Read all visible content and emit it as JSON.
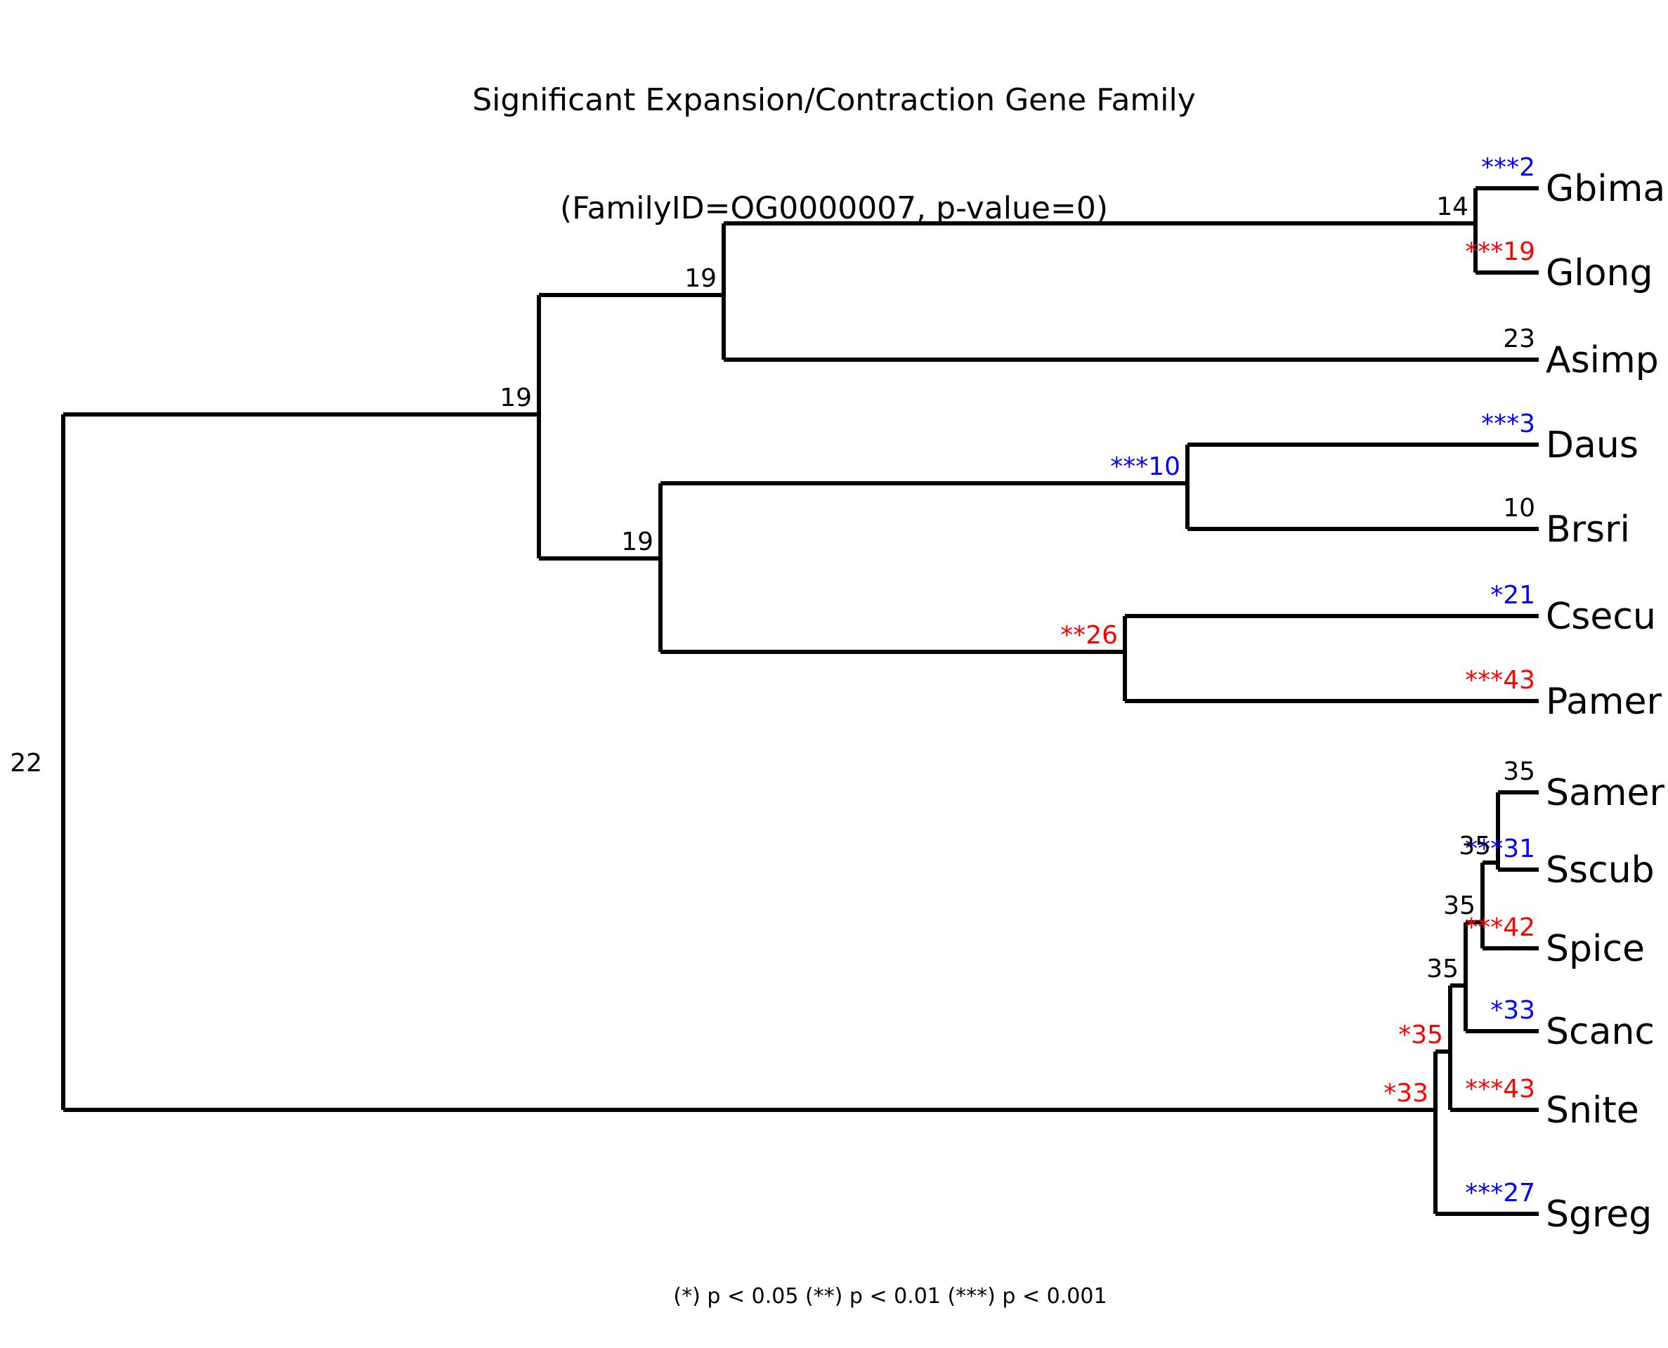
{
  "title": {
    "line1": "Significant Expansion/Contraction Gene Family",
    "line2": "(FamilyID=OG0000007, p-value=0)"
  },
  "footer": {
    "legend": "(*) p < 0.05  (**) p < 0.01  (***) p < 0.001"
  },
  "colors": {
    "expansion": "#0000ff",
    "contraction": "#ff0000",
    "neutral": "#000000",
    "branch": "#000000",
    "background": "#ffffff"
  },
  "chart_data": {
    "type": "tree",
    "title": "Significant Expansion/Contraction Gene Family (FamilyID=OG0000007, p-value=0)",
    "layout": "rectangular-cladogram",
    "orientation": "left-to-right",
    "legend": "(*) p < 0.05  (**) p < 0.01  (***) p < 0.001",
    "significance_markers": {
      "p_lt_0_05": "*",
      "p_lt_0_01": "**",
      "p_lt_0_001": "***"
    },
    "color_meaning": {
      "blue": "expansion",
      "red": "contraction",
      "black": "not significant"
    },
    "tips": [
      {
        "id": "Gbima",
        "label": "Gbima",
        "count": 2,
        "stars": "***",
        "color": "blue",
        "text": "***2"
      },
      {
        "id": "Glong",
        "label": "Glong",
        "count": 19,
        "stars": "***",
        "color": "red",
        "text": "***19"
      },
      {
        "id": "Asimp",
        "label": "Asimp",
        "count": 23,
        "stars": "",
        "color": "black",
        "text": "23"
      },
      {
        "id": "Daus",
        "label": "Daus",
        "count": 3,
        "stars": "***",
        "color": "blue",
        "text": "***3"
      },
      {
        "id": "Brsri",
        "label": "Brsri",
        "count": 10,
        "stars": "",
        "color": "black",
        "text": "10"
      },
      {
        "id": "Csecu",
        "label": "Csecu",
        "count": 21,
        "stars": "*",
        "color": "blue",
        "text": "*21"
      },
      {
        "id": "Pamer",
        "label": "Pamer",
        "count": 43,
        "stars": "***",
        "color": "red",
        "text": "***43"
      },
      {
        "id": "Samer",
        "label": "Samer",
        "count": 35,
        "stars": "",
        "color": "black",
        "text": "35"
      },
      {
        "id": "Sscub",
        "label": "Sscub",
        "count": 31,
        "stars": "***",
        "color": "blue",
        "text": "***31"
      },
      {
        "id": "Spice",
        "label": "Spice",
        "count": 42,
        "stars": "***",
        "color": "red",
        "text": "***42"
      },
      {
        "id": "Scanc",
        "label": "Scanc",
        "count": 33,
        "stars": "*",
        "color": "blue",
        "text": "*33"
      },
      {
        "id": "Snite",
        "label": "Snite",
        "count": 43,
        "stars": "***",
        "color": "red",
        "text": "***43"
      },
      {
        "id": "Sgreg",
        "label": "Sgreg",
        "count": 27,
        "stars": "***",
        "color": "blue",
        "text": "***27"
      }
    ],
    "internal_nodes": [
      {
        "id": "root",
        "count": 22,
        "stars": "",
        "color": "black",
        "text": "22"
      },
      {
        "id": "n_upper",
        "count": 19,
        "stars": "",
        "color": "black",
        "text": "19"
      },
      {
        "id": "n_gekko_asimp",
        "count": 19,
        "stars": "",
        "color": "black",
        "text": "19"
      },
      {
        "id": "n_gbima_glong",
        "count": 14,
        "stars": "",
        "color": "black",
        "text": "14"
      },
      {
        "id": "n_daus_pamer",
        "count": 19,
        "stars": "",
        "color": "black",
        "text": "19"
      },
      {
        "id": "n_daus_brsri",
        "count": 10,
        "stars": "***",
        "color": "blue",
        "text": "***10"
      },
      {
        "id": "n_csecu_pamer",
        "count": 26,
        "stars": "**",
        "color": "red",
        "text": "**26"
      },
      {
        "id": "n_samer_sscub",
        "count": 35,
        "stars": "",
        "color": "black",
        "text": "35"
      },
      {
        "id": "n_samer_spice",
        "count": 35,
        "stars": "",
        "color": "black",
        "text": "35"
      },
      {
        "id": "n_samer_scanc",
        "count": 35,
        "stars": "",
        "color": "black",
        "text": "35"
      },
      {
        "id": "n_samer_snite",
        "count": 35,
        "stars": "*",
        "color": "red",
        "text": "*35"
      },
      {
        "id": "n_skink_clade",
        "count": 33,
        "stars": "*",
        "color": "red",
        "text": "*33"
      }
    ]
  },
  "tip_labels": {
    "t0": "Gbima",
    "t1": "Glong",
    "t2": "Asimp",
    "t3": "Daus",
    "t4": "Brsri",
    "t5": "Csecu",
    "t6": "Pamer",
    "t7": "Samer",
    "t8": "Sscub",
    "t9": "Spice",
    "t10": "Scanc",
    "t11": "Snite",
    "t12": "Sgreg"
  },
  "tip_counts": {
    "t0": "***2",
    "t1": "***19",
    "t2": "23",
    "t3": "***3",
    "t4": "10",
    "t5": "*21",
    "t6": "***43",
    "t7": "35",
    "t8": "***31",
    "t9": "***42",
    "t10": "*33",
    "t11": "***43",
    "t12": "***27"
  },
  "node_counts": {
    "root": "22",
    "upper": "19",
    "gekko_asimp": "19",
    "gbima_glong": "14",
    "daus_pamer": "19",
    "daus_brsri": "***10",
    "csecu_pamer": "**26",
    "samer_sscub": "35",
    "samer_spice": "35",
    "samer_scanc": "35",
    "samer_snite": "*35",
    "skink_clade": "*33"
  }
}
